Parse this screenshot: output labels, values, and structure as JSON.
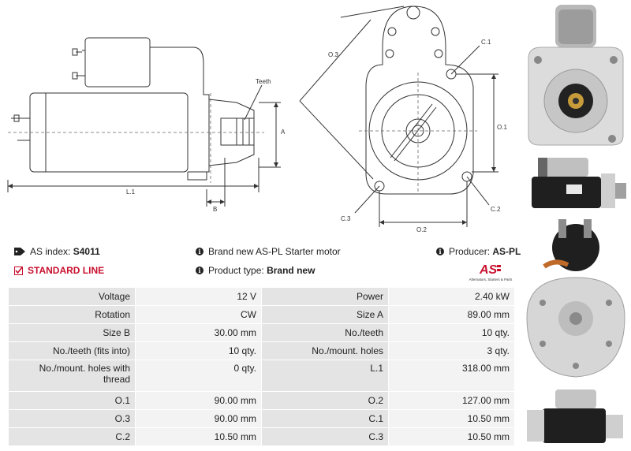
{
  "drawing": {
    "labels": {
      "teeth": "Teeth",
      "a": "A",
      "b": "B",
      "l1": "L.1",
      "o1": "O.1",
      "o2": "O.2",
      "o3": "O.3",
      "c1": "C.1",
      "c2": "C.2",
      "c3": "C.3"
    }
  },
  "info": {
    "as_index_label": "AS index:",
    "as_index_value": "S4011",
    "standard_line": "STANDARD LINE",
    "description": "Brand new AS-PL Starter motor",
    "product_type_label": "Product type:",
    "product_type_value": "Brand new",
    "producer_label": "Producer:",
    "producer_value": "AS-PL",
    "logo_text": "AS",
    "logo_tagline": "Alternators, Starters & Parts"
  },
  "specs": [
    [
      "Voltage",
      "12 V",
      "Power",
      "2.40 kW"
    ],
    [
      "Rotation",
      "CW",
      "Size A",
      "89.00 mm"
    ],
    [
      "Size B",
      "30.00 mm",
      "No./teeth",
      "10 qty."
    ],
    [
      "No./teeth (fits into)",
      "10 qty.",
      "No./mount. holes",
      "3 qty."
    ],
    [
      "No./mount. holes with thread",
      "0 qty.",
      "L.1",
      "318.00 mm"
    ],
    [
      "O.1",
      "90.00 mm",
      "O.2",
      "127.00 mm"
    ],
    [
      "O.3",
      "90.00 mm",
      "C.1",
      "10.50 mm"
    ],
    [
      "C.2",
      "10.50 mm",
      "C.3",
      "10.50 mm"
    ]
  ],
  "colors": {
    "brand_red": "#c8102e",
    "key_cell": "#e4e4e4",
    "value_cell": "#f3f3f3"
  }
}
